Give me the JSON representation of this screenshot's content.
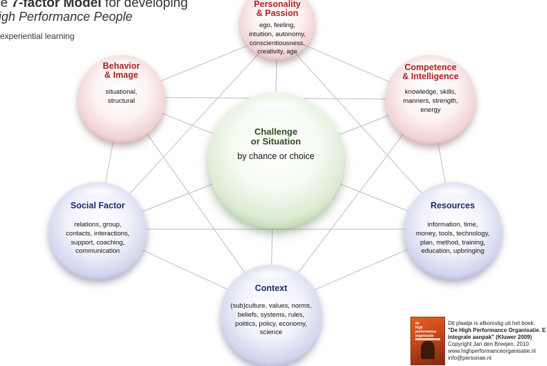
{
  "title": {
    "prefix": "he ",
    "emphasis": "7-factor Model",
    "suffix": " for developing",
    "line2": "igh Performance People",
    "line3": "experiential learning"
  },
  "center": {
    "name_line1": "Challenge",
    "name_line2": "or Situation",
    "desc": "by chance or choice"
  },
  "factors": {
    "personality": {
      "line1": "Personality",
      "line2": "& Passion",
      "desc": [
        "ego, feeling,",
        "intuition, autonomy,",
        "conscientiousness,",
        "creativity, age"
      ]
    },
    "behavior": {
      "line1": "Behavior",
      "line2": "& Image",
      "desc": [
        "situational,",
        "structural"
      ]
    },
    "competence": {
      "line1": "Competence",
      "line2": "& Intelligence",
      "desc": [
        "knowledge, skills,",
        "manners, strength,",
        "energy"
      ]
    },
    "social": {
      "line1": "Social Factor",
      "desc": [
        "relations, group,",
        "contacts, interactions,",
        "support, coaching,",
        "communication"
      ]
    },
    "resources": {
      "line1": "Resources",
      "desc": [
        "information, time,",
        "money, tools, technology,",
        "plan, method, training,",
        "education, upbringing"
      ]
    },
    "context": {
      "line1": "Context",
      "desc": [
        "(sub)culture, values, norms,",
        "beliefs, systems, rules,",
        "politics, policy, economy,",
        "science"
      ]
    }
  },
  "colors": {
    "red_text": "#b21e24",
    "blue_text": "#1c2a6e",
    "green_text": "#2e4e20",
    "lines": "#c8c8cc"
  },
  "book_note": {
    "line1": "Dit plaatje is afkomstig uit het boek:",
    "line2": "\"De High Performance Organisatie. E",
    "line3": "integrale aanpak\" (Kluwer 2009)",
    "line4": "Copyright Jan den Breejen, 2010",
    "line5": "www.highperformanceorganisatie.nl",
    "line6": "info@personae.nl"
  },
  "book_cover": {
    "title_line1": "de",
    "title_line2": "high",
    "title_line3": "performance",
    "title_line4": "organisatie"
  }
}
